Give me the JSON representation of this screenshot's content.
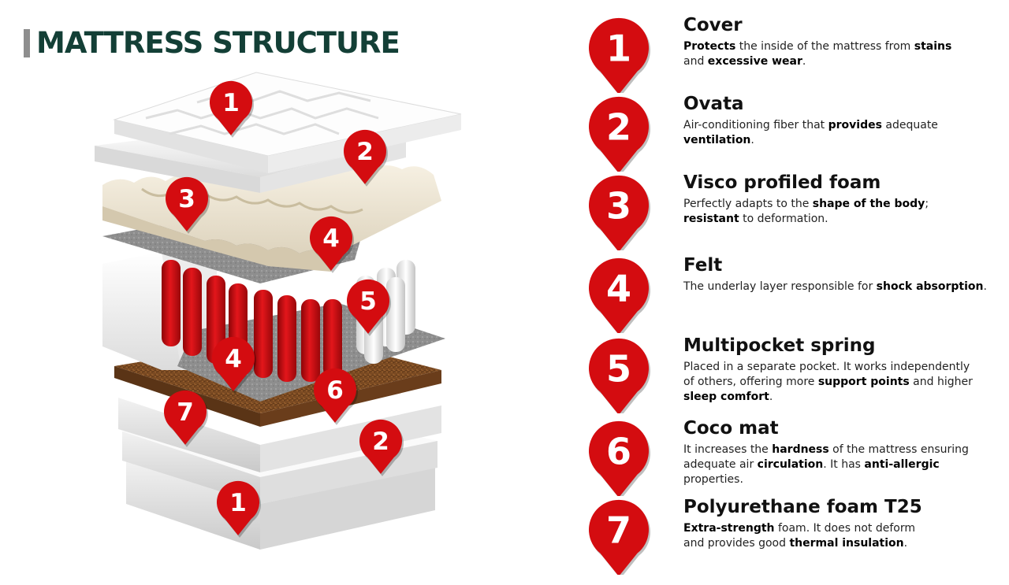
{
  "title": "MATTRESS STRUCTURE",
  "colors": {
    "pin": "#d40c10",
    "title": "#133f36",
    "title_bar": "#8e8e8e"
  },
  "diagram_markers": [
    "1",
    "2",
    "3",
    "4",
    "5",
    "4",
    "6",
    "7",
    "2",
    "1"
  ],
  "layers": [
    {
      "number": "1",
      "name": "Cover",
      "description": [
        {
          "b": "Protects"
        },
        {
          "t": " the inside of the mattress from "
        },
        {
          "b": "stains"
        },
        {
          "br": true
        },
        {
          "t": "and "
        },
        {
          "b": "excessive wear"
        },
        {
          "t": "."
        }
      ]
    },
    {
      "number": "2",
      "name": "Ovata",
      "description": [
        {
          "t": "Air-conditioning fiber that "
        },
        {
          "b": "provides"
        },
        {
          "t": " adequate"
        },
        {
          "br": true
        },
        {
          "b": "ventilation"
        },
        {
          "t": "."
        }
      ]
    },
    {
      "number": "3",
      "name": "Visco profiled foam",
      "description": [
        {
          "t": "Perfectly adapts to the "
        },
        {
          "b": "shape of the body"
        },
        {
          "t": ";"
        },
        {
          "br": true
        },
        {
          "b": "resistant"
        },
        {
          "t": " to deformation."
        }
      ]
    },
    {
      "number": "4",
      "name": "Felt",
      "description": [
        {
          "t": "The underlay layer responsible for "
        },
        {
          "b": "shock absorption"
        },
        {
          "t": "."
        }
      ]
    },
    {
      "number": "5",
      "name": "Multipocket spring",
      "description": [
        {
          "t": "Placed in a separate pocket. It works independently"
        },
        {
          "br": true
        },
        {
          "t": "of others, offering more "
        },
        {
          "b": "support points"
        },
        {
          "t": " and higher"
        },
        {
          "br": true
        },
        {
          "b": "sleep comfort"
        },
        {
          "t": "."
        }
      ]
    },
    {
      "number": "6",
      "name": "Coco mat",
      "description": [
        {
          "t": "It increases the "
        },
        {
          "b": "hardness"
        },
        {
          "t": " of the mattress ensuring"
        },
        {
          "br": true
        },
        {
          "t": "adequate air "
        },
        {
          "b": "circulation"
        },
        {
          "t": ". It has "
        },
        {
          "b": "anti-allergic"
        },
        {
          "br": true
        },
        {
          "t": "properties."
        }
      ]
    },
    {
      "number": "7",
      "name": "Polyurethane foam T25",
      "description": [
        {
          "b": "Extra-strength"
        },
        {
          "t": " foam. It does not deform"
        },
        {
          "br": true
        },
        {
          "t": "and provides good "
        },
        {
          "b": "thermal insulation"
        },
        {
          "t": "."
        }
      ]
    }
  ]
}
